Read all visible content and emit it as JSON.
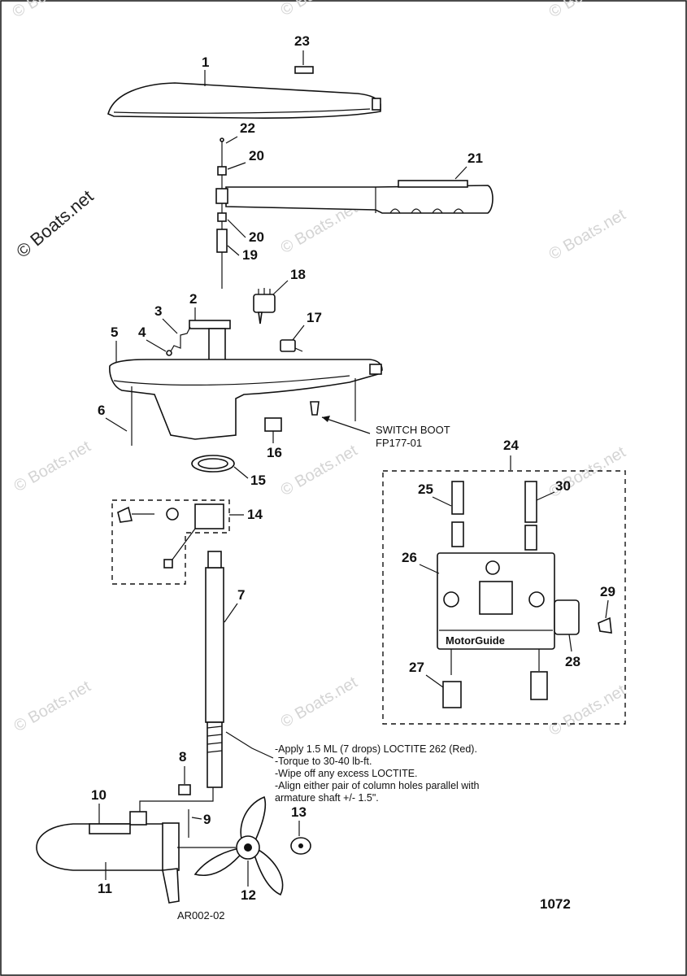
{
  "watermark": "© Boats.net",
  "callouts": {
    "p1": "1",
    "p2": "2",
    "p3": "3",
    "p4": "4",
    "p5": "5",
    "p6": "6",
    "p7": "7",
    "p8": "8",
    "p9": "9",
    "p10": "10",
    "p11": "11",
    "p12": "12",
    "p13": "13",
    "p14": "14",
    "p15": "15",
    "p16": "16",
    "p17": "17",
    "p18": "18",
    "p19": "19",
    "p20a": "20",
    "p20b": "20",
    "p21": "21",
    "p22": "22",
    "p23": "23",
    "p24": "24",
    "p25": "25",
    "p26": "26",
    "p27": "27",
    "p28": "28",
    "p29": "29",
    "p30": "30"
  },
  "switch_boot": {
    "line1": "SWITCH BOOT",
    "line2": "FP177-01"
  },
  "loctite_note": [
    "-Apply 1.5 ML (7 drops) LOCTITE 262 (Red).",
    "-Torque to 30-40 lb-ft.",
    "-Wipe off any excess LOCTITE.",
    "-Align either pair of column holes parallel with",
    "armature shaft +/- 1.5\"."
  ],
  "brand": "MotorGuide",
  "drawing_code": "AR002-02",
  "page_number": "1072"
}
